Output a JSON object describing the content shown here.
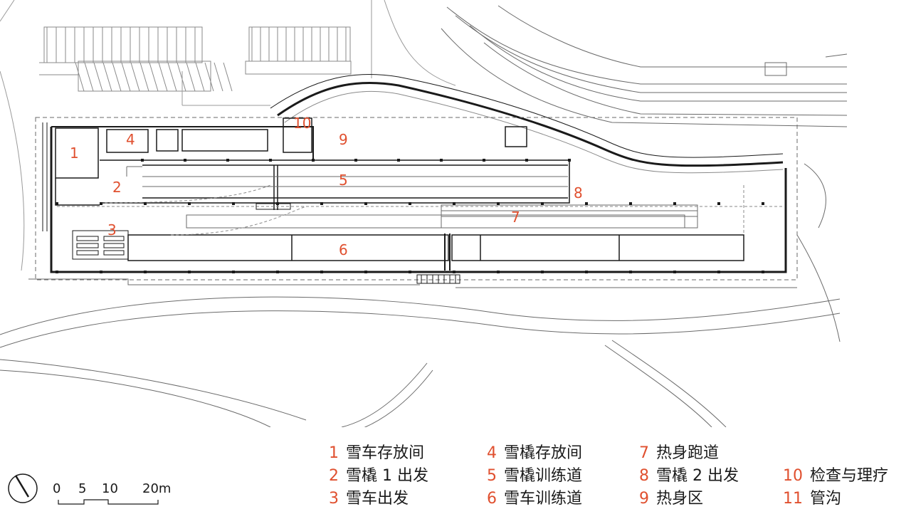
{
  "plan": {
    "room_numbers": [
      "1",
      "2",
      "3",
      "4",
      "5",
      "6",
      "7",
      "8",
      "9",
      "10"
    ]
  },
  "legend": [
    {
      "num": "1",
      "label": "雪车存放间"
    },
    {
      "num": "2",
      "label": "雪橇 1 出发"
    },
    {
      "num": "3",
      "label": "雪车出发"
    },
    {
      "num": "4",
      "label": "雪橇存放间"
    },
    {
      "num": "5",
      "label": "雪橇训练道"
    },
    {
      "num": "6",
      "label": "雪车训练道"
    },
    {
      "num": "7",
      "label": "热身跑道"
    },
    {
      "num": "8",
      "label": "雪橇 2 出发"
    },
    {
      "num": "9",
      "label": "热身区"
    },
    {
      "num": "10",
      "label": "检查与理疗"
    },
    {
      "num": "11",
      "label": "管沟"
    }
  ],
  "scale": {
    "ticks": [
      "0",
      "5",
      "10",
      "20m"
    ]
  },
  "colors": {
    "accent": "#e0502f",
    "line": "#1a1a1a",
    "thin": "#8a8a8a"
  },
  "icons": {
    "north": "north-arrow-icon"
  }
}
